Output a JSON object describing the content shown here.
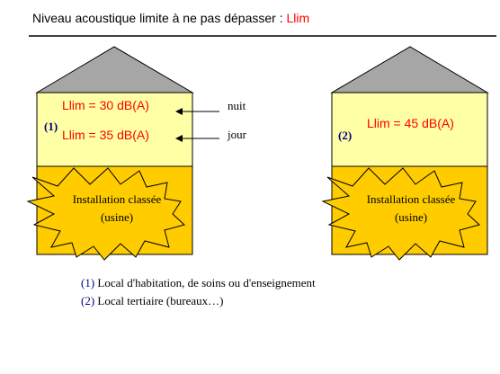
{
  "title": {
    "prefix": "Niveau acoustique limite à ne pas dépasser : ",
    "highlight": "Llim"
  },
  "colors": {
    "roof": "#a6a6a6",
    "wall": "#ffffa6",
    "basement": "#ffcc00",
    "red_text": "#ff0000",
    "blue_number": "#000080",
    "black": "#000000"
  },
  "building1": {
    "number": "(1)",
    "night_level": "Llim = 30 dB(A)",
    "day_level": "Llim = 35 dB(A)",
    "night_label": "nuit",
    "day_label": "jour",
    "installation_line1": "Installation classée",
    "installation_line2": "(usine)"
  },
  "building2": {
    "number": "(2)",
    "level": "Llim = 45 dB(A)",
    "installation_line1": "Installation classée",
    "installation_line2": "(usine)"
  },
  "legend": [
    {
      "number": "(1)",
      "text": " Local d'habitation, de soins ou d'enseignement"
    },
    {
      "number": "(2)",
      "text": " Local tertiaire (bureaux…)"
    }
  ]
}
